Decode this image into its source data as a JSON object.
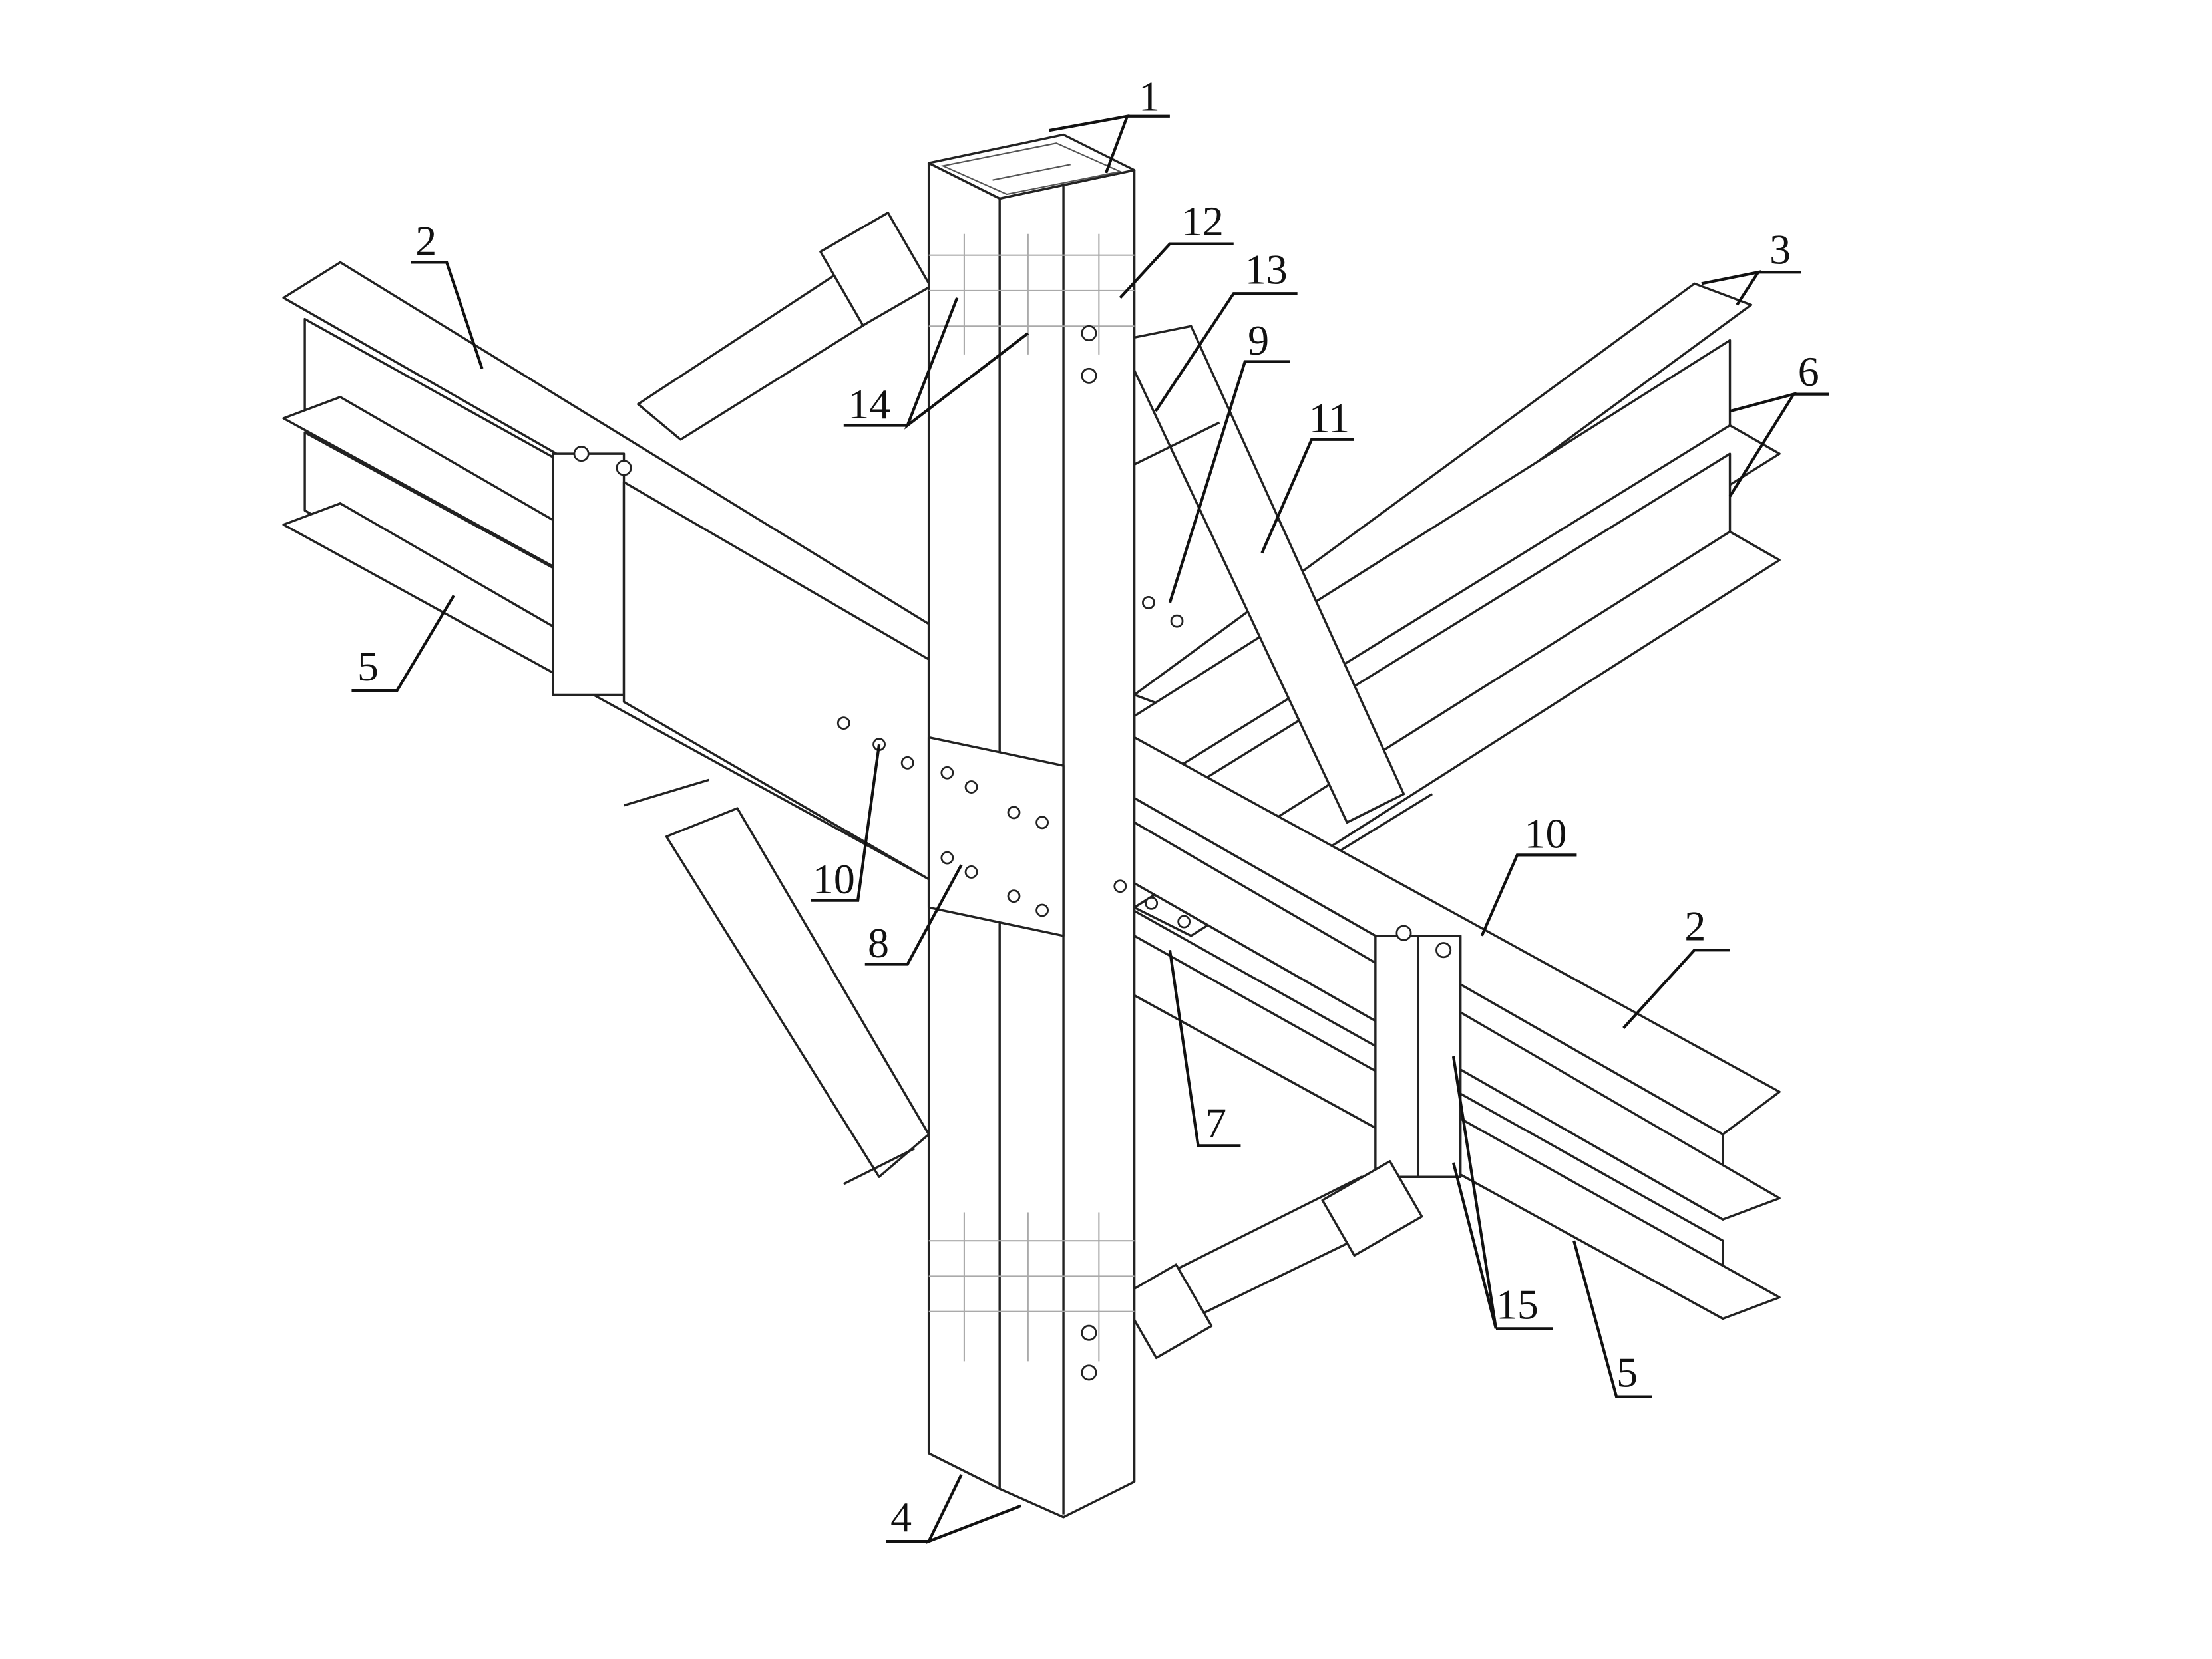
{
  "figure": {
    "labels": {
      "column": "1",
      "beam_left": "2",
      "beam_right": "2",
      "beam_upper_right": "3",
      "column_bottom": "4",
      "flange_left": "5",
      "flange_right": "5",
      "flange_upper_right": "6",
      "splice_bolts": "7",
      "column_plate": "8",
      "gusset": "9",
      "bolt_row_left": "10",
      "bolt_row_right": "10",
      "brace": "11",
      "lug_plate": "12",
      "brace_arm": "13",
      "diaphragm": "14",
      "stiffener": "15"
    }
  }
}
